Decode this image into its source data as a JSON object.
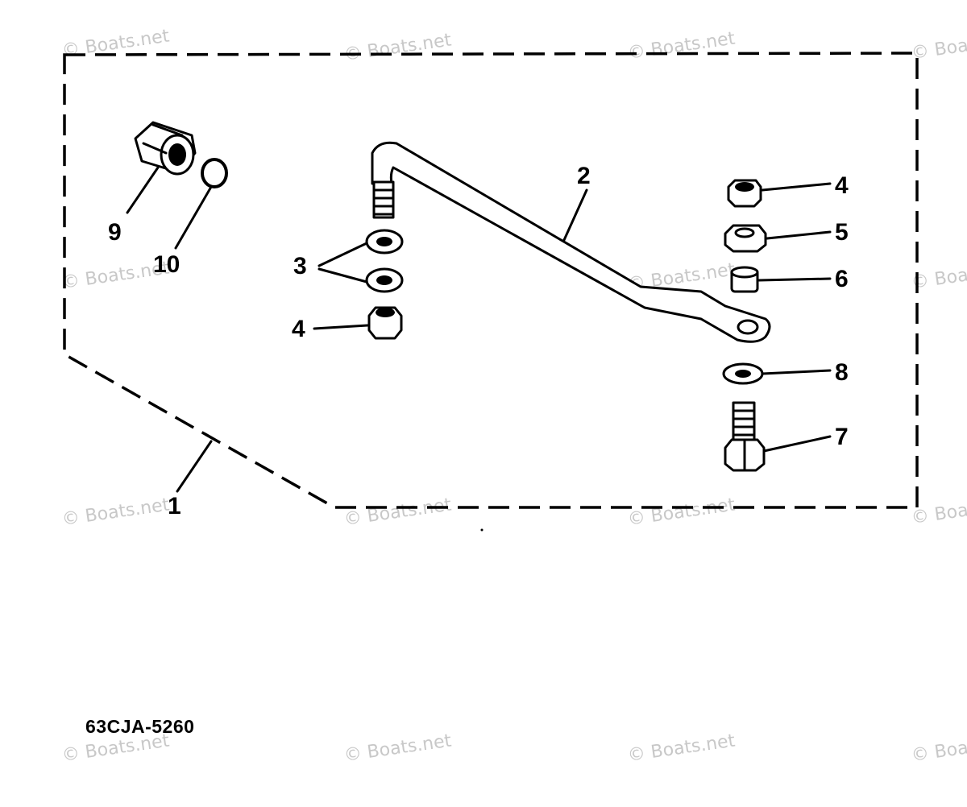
{
  "diagram": {
    "part_code": "63CJA-5260",
    "watermark_text": "© Boats.net",
    "callouts": {
      "c1": "1",
      "c2": "2",
      "c3": "3",
      "c4a": "4",
      "c4b": "4",
      "c5": "5",
      "c6": "6",
      "c7": "7",
      "c8": "8",
      "c9": "9",
      "c10": "10"
    }
  }
}
